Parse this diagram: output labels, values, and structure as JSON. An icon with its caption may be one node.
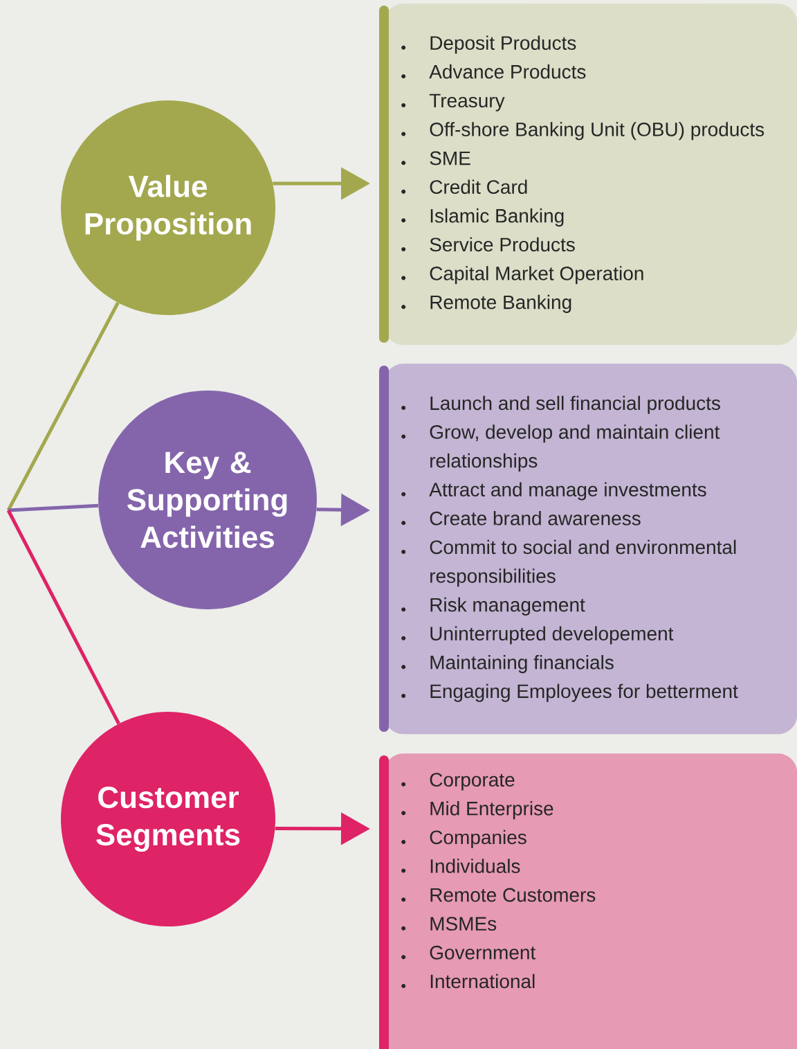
{
  "diagram": {
    "nodes": [
      {
        "text": [
          "Value Proposition"
        ]
      },
      {
        "text": [
          "Key & Supporting Activities"
        ]
      },
      {
        "text": [
          "Customer Segments"
        ]
      },
      {
        "text": [
          "Deposit Products",
          "Advance Products",
          "Treasury",
          "Off-shore Banking Unit (OBU) products",
          "SME",
          "Credit Card",
          "Islamic Banking",
          "Service Products",
          "Capital Market Operation",
          "Remote Banking"
        ]
      },
      {
        "text": [
          "Launch and sell financial products",
          "Grow, develop and maintain client relationships",
          "Attract and manage investments",
          "Create brand awareness",
          "Commit to social and environmental responsibilities",
          "Risk management",
          "Uninterrupted developement",
          "Maintaining financials",
          "Engaging Employees for betterment"
        ]
      },
      {
        "text": [
          "Corporate",
          "Mid Enterprise",
          "Companies",
          "Individuals",
          "Remote Customers",
          "MSMEs",
          "Government",
          "International"
        ]
      }
    ],
    "edges": [
      {
        "from": null,
        "to": 0,
        "arrow": "none",
        "color": "#a3a84f"
      },
      {
        "from": null,
        "to": 1,
        "arrow": "none",
        "color": "#8465ab"
      },
      {
        "from": null,
        "to": 2,
        "arrow": "none",
        "color": "#de2366"
      },
      {
        "from": 0,
        "to": 3,
        "arrow": "to",
        "color": "#a3a84f"
      },
      {
        "from": 1,
        "to": 4,
        "arrow": "to",
        "color": "#8465ab"
      },
      {
        "from": 2,
        "to": 5,
        "arrow": "to",
        "color": "#de2366"
      }
    ]
  }
}
